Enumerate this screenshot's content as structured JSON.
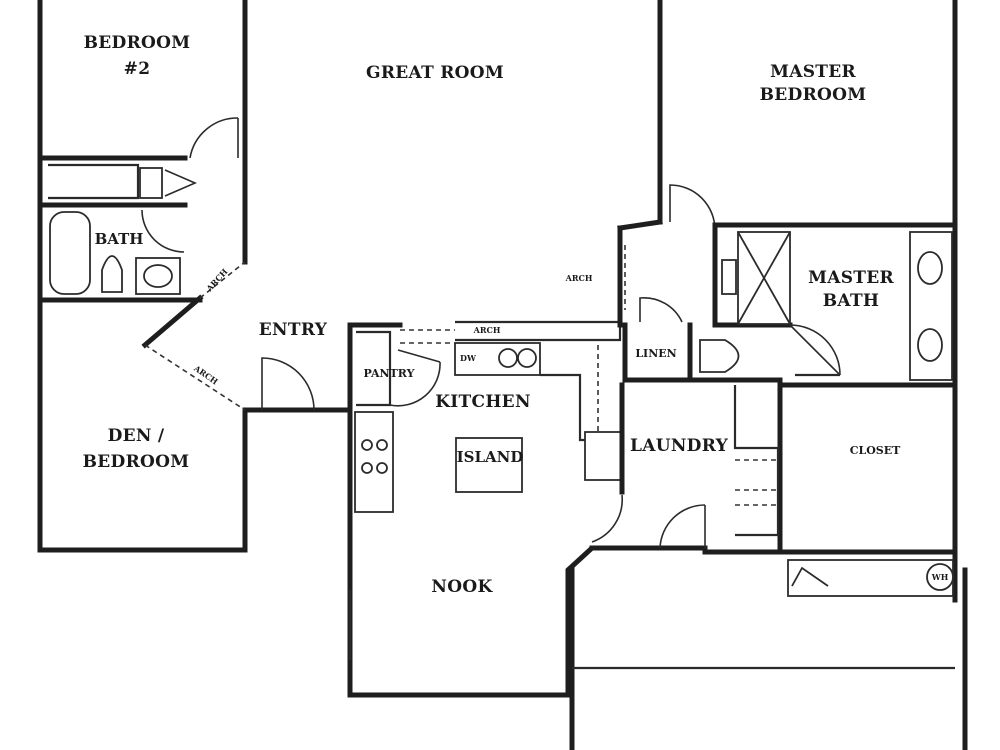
{
  "rooms": {
    "bedroom2": [
      "BEDROOM",
      "#2"
    ],
    "great_room": "GREAT ROOM",
    "master_bedroom": [
      "MASTER",
      "BEDROOM"
    ],
    "bath": "BATH",
    "master_bath": [
      "MASTER",
      "BATH"
    ],
    "entry": "ENTRY",
    "pantry": "PANTRY",
    "kitchen": "KITCHEN",
    "island": "ISLAND",
    "linen": "LINEN",
    "laundry": "LAUNDRY",
    "closet": "CLOSET",
    "den_bedroom": [
      "DEN /",
      "BEDROOM"
    ],
    "nook": "NOOK"
  },
  "annotations": {
    "arch_kitchen": "ARCH",
    "arch_great_room": "ARCH",
    "dishwasher": "DW",
    "arch_diag_upper": "ARCH",
    "arch_diag_lower": "ARCH",
    "water_heater": "WH"
  }
}
